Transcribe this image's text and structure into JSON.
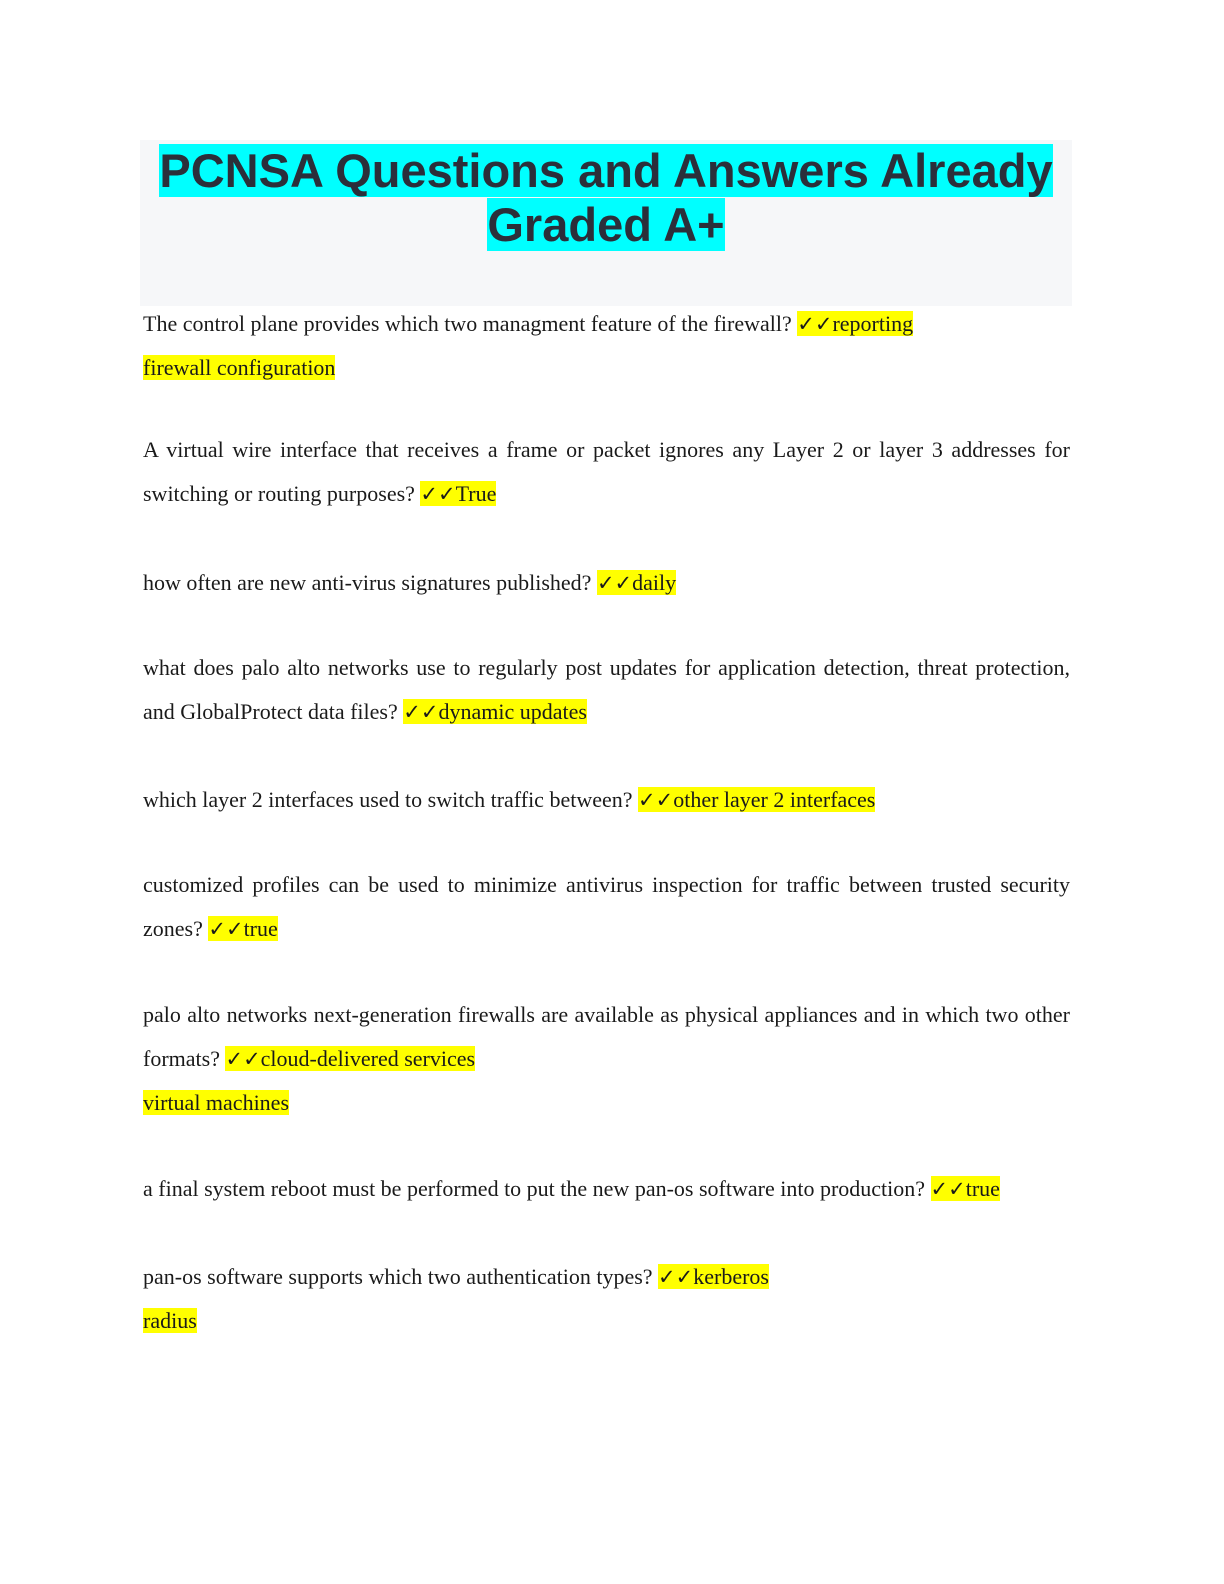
{
  "title": {
    "line1": "PCNSA Questions and Answers Already",
    "line2": "Graded A+"
  },
  "check_mark": "✓✓",
  "items": [
    {
      "question": "The control plane provides which two managment feature of the firewall?",
      "answer": "reporting",
      "answer_extra": "firewall configuration"
    },
    {
      "question": "A virtual wire interface that receives a frame or packet ignores any Layer 2 or layer 3 addresses for switching or routing purposes?",
      "answer": "True"
    },
    {
      "question": "how often are new anti-virus signatures published?",
      "answer": "daily"
    },
    {
      "question": "what does palo alto networks use to regularly post updates for application detection, threat protection, and GlobalProtect data files?",
      "answer": "dynamic updates"
    },
    {
      "question": "which layer 2 interfaces used to switch traffic between?",
      "answer": "other layer 2 interfaces"
    },
    {
      "question": "customized profiles can be used to minimize antivirus inspection for traffic between trusted security zones?",
      "answer": "true"
    },
    {
      "question": "palo alto networks next-generation firewalls are available as physical appliances and in which two other formats?",
      "answer": "cloud-delivered services",
      "answer_extra": "virtual machines"
    },
    {
      "question": "a final system reboot must be performed to put the new pan-os software into production?",
      "answer": "true"
    },
    {
      "question": "pan-os software supports which two authentication types?",
      "answer": "kerberos",
      "answer_extra": "radius"
    }
  ]
}
